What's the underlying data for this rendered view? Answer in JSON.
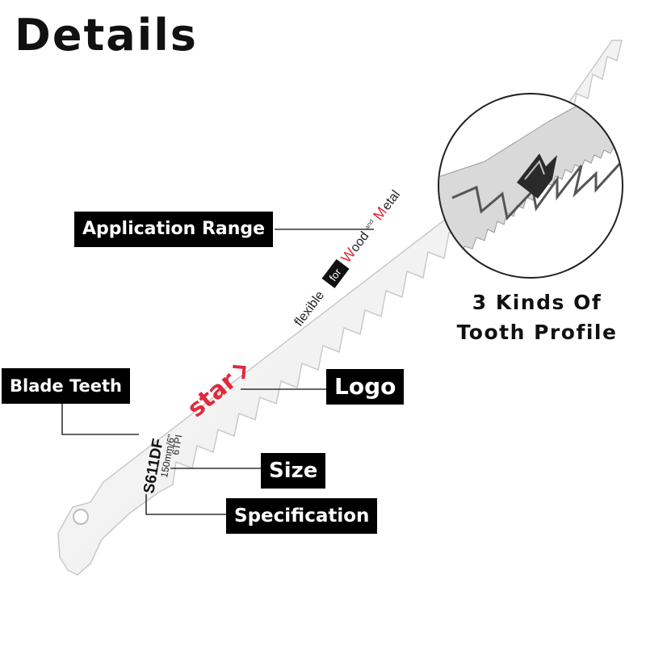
{
  "header": {
    "title": "Details"
  },
  "labels": {
    "application_range": "Application Range",
    "blade_teeth": "Blade Teeth",
    "logo": "Logo",
    "size": "Size",
    "specification": "Specification"
  },
  "zoom_caption": {
    "line1": "3 Kinds Of",
    "line2": "Tooth Profile"
  },
  "blade_print": {
    "flexible": "flexible",
    "for": "for",
    "wood": "Wood",
    "and": "and",
    "metal": "Metal",
    "brand": "star",
    "model": "S611DF",
    "size": "150mm/6\"",
    "tpi": "6TPI"
  },
  "colors": {
    "tag_bg": "#000000",
    "tag_text": "#ffffff",
    "brand_red": "#e02a3c",
    "blade": "#f4f4f4"
  },
  "icons": {
    "brand_mark": "chevron-right-icon"
  }
}
